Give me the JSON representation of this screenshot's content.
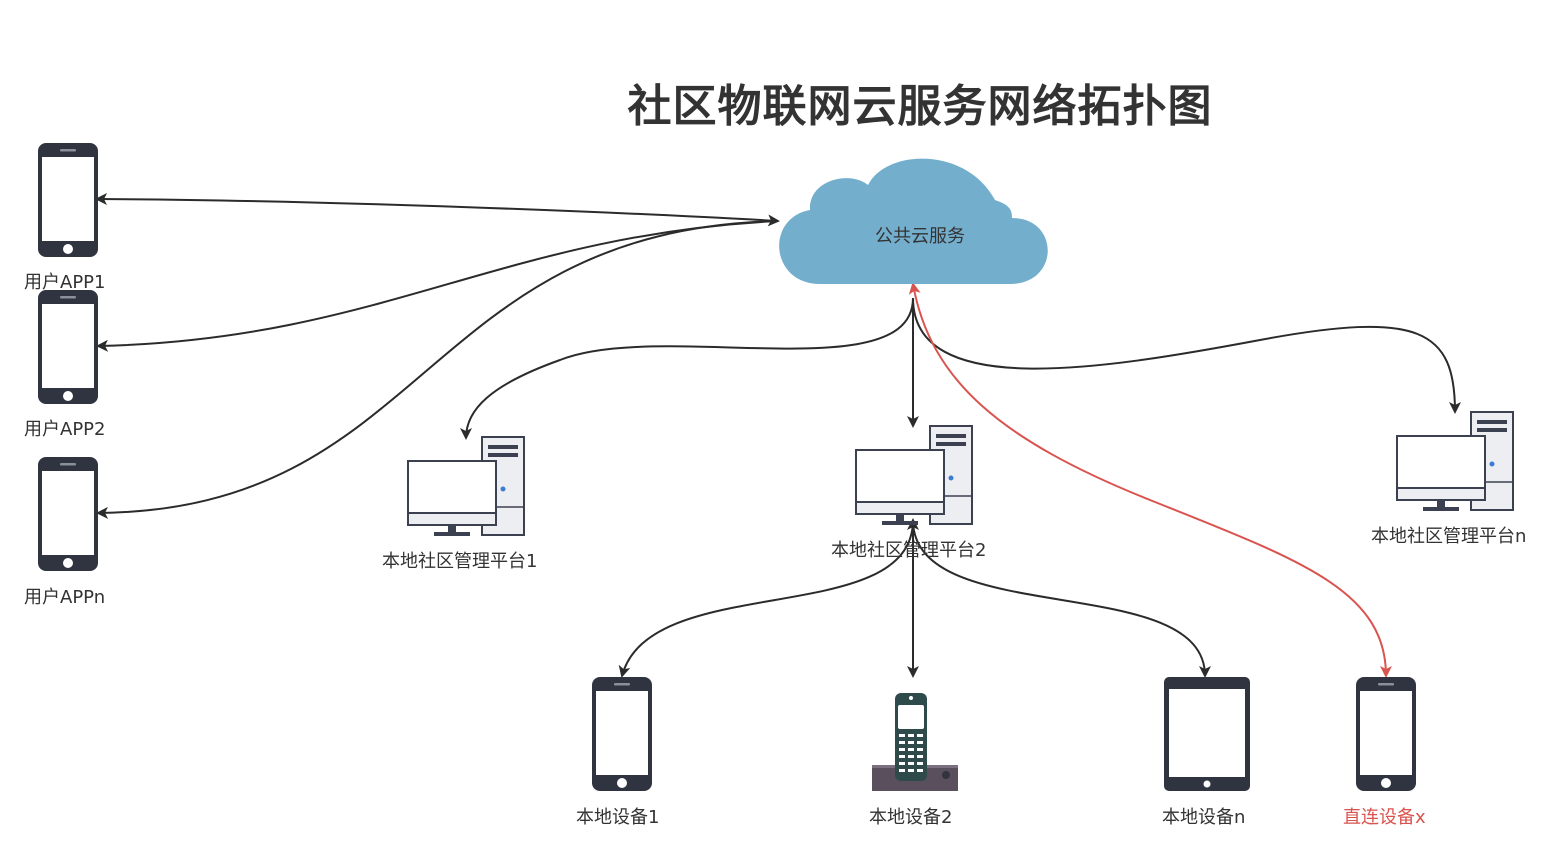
{
  "title": "社区物联网云服务网络拓扑图",
  "cloud": {
    "label": "公共云服务",
    "color": "#74aecd",
    "icon": "cloud-icon"
  },
  "user_apps": [
    {
      "label": "用户APP1",
      "icon": "smartphone-icon"
    },
    {
      "label": "用户APP2",
      "icon": "smartphone-icon"
    },
    {
      "label": "用户APPn",
      "icon": "smartphone-icon"
    }
  ],
  "platforms": [
    {
      "label": "本地社区管理平台1",
      "icon": "desktop-computer-icon"
    },
    {
      "label": "本地社区管理平台2",
      "icon": "desktop-computer-icon"
    },
    {
      "label": "本地社区管理平台n",
      "icon": "desktop-computer-icon"
    }
  ],
  "devices": [
    {
      "label": "本地设备1",
      "icon": "smartphone-icon"
    },
    {
      "label": "本地设备2",
      "icon": "cordless-phone-icon"
    },
    {
      "label": "本地设备n",
      "icon": "tablet-icon"
    }
  ],
  "direct_device": {
    "label": "直连设备x",
    "icon": "smartphone-icon",
    "color": "#d9534f"
  },
  "colors": {
    "edge": "#2b2b2b",
    "direct_edge": "#d9534f",
    "device_body": "#2f3440",
    "screen": "#ffffff"
  }
}
